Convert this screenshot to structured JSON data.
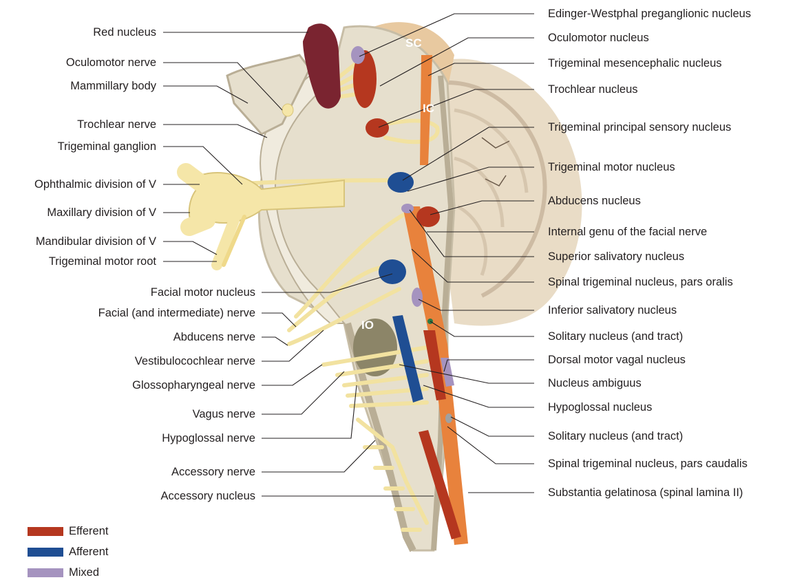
{
  "colors": {
    "efferent": "#b5371f",
    "afferent": "#1f4e93",
    "mixed": "#a593bf",
    "nerve": "#f2e2a0",
    "brainstem": "#e7e0cf",
    "leader": "#231f20"
  },
  "left_labels": [
    "Red nucleus",
    "Oculomotor nerve",
    "Mammillary body",
    "Trochlear nerve",
    "Trigeminal ganglion",
    "Ophthalmic division of V",
    "Maxillary division of V",
    "Mandibular division of V",
    "Trigeminal motor root",
    "Facial motor nucleus",
    "Facial (and intermediate) nerve",
    "Abducens nerve",
    "Vestibulocochlear nerve",
    "Glossopharyngeal nerve",
    "Vagus nerve",
    "Hypoglossal nerve",
    "Accessory nerve",
    "Accessory nucleus"
  ],
  "right_labels": [
    "Edinger-Westphal preganglionic nucleus",
    "Oculomotor nucleus",
    "Trigeminal mesencephalic nucleus",
    "Trochlear nucleus",
    "Trigeminal principal sensory nucleus",
    "Trigeminal motor nucleus",
    "Abducens nucleus",
    "Internal genu of the facial nerve",
    "Superior salivatory nucleus",
    "Spinal trigeminal nucleus, pars oralis",
    "Inferior salivatory nucleus",
    "Solitary nucleus (and tract)",
    "Dorsal motor vagal nucleus",
    "Nucleus ambiguus",
    "Hypoglossal nucleus",
    "Solitary nucleus (and tract)",
    "Spinal trigeminal nucleus, pars caudalis",
    "Substantia gelatinosa (spinal lamina II)"
  ],
  "region_tags": {
    "sc": "SC",
    "ic": "IC",
    "io": "IO"
  },
  "legend": [
    {
      "label": "Efferent",
      "color": "#b5371f"
    },
    {
      "label": "Afferent",
      "color": "#1f4e93"
    },
    {
      "label": "Mixed",
      "color": "#a593bf"
    }
  ]
}
